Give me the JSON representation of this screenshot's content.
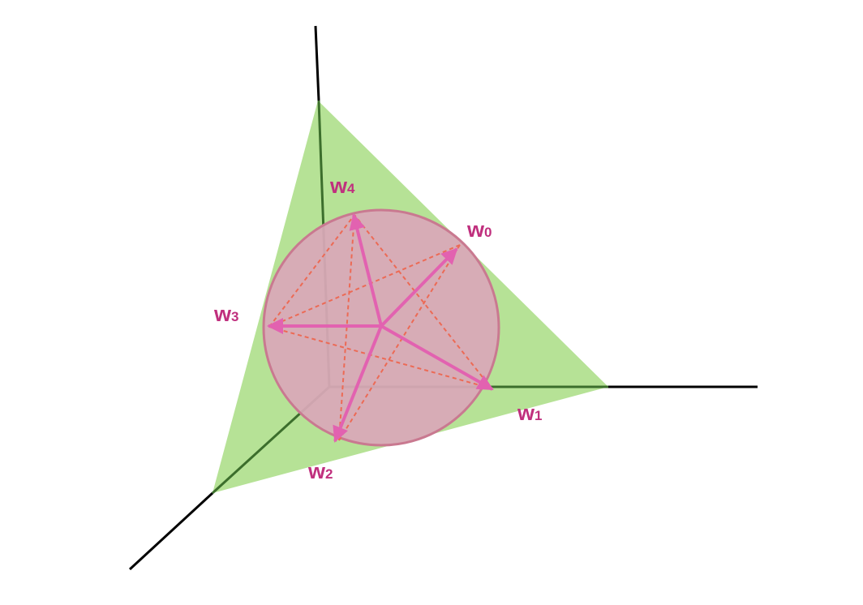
{
  "colors": {
    "background": "#ffffff",
    "axis": "#000000",
    "simplex_fill": "#b6e296",
    "sphere_fill": "#d9a8b8",
    "sphere_stroke": "#c97990",
    "vector": "#e262b0",
    "dashed_edge": "#ec6a55",
    "label": "#c0307e"
  },
  "labels": [
    {
      "letter": "w",
      "subscript": "0"
    },
    {
      "letter": "w",
      "subscript": "1"
    },
    {
      "letter": "w",
      "subscript": "2"
    },
    {
      "letter": "w",
      "subscript": "3"
    },
    {
      "letter": "w",
      "subscript": "4"
    }
  ]
}
